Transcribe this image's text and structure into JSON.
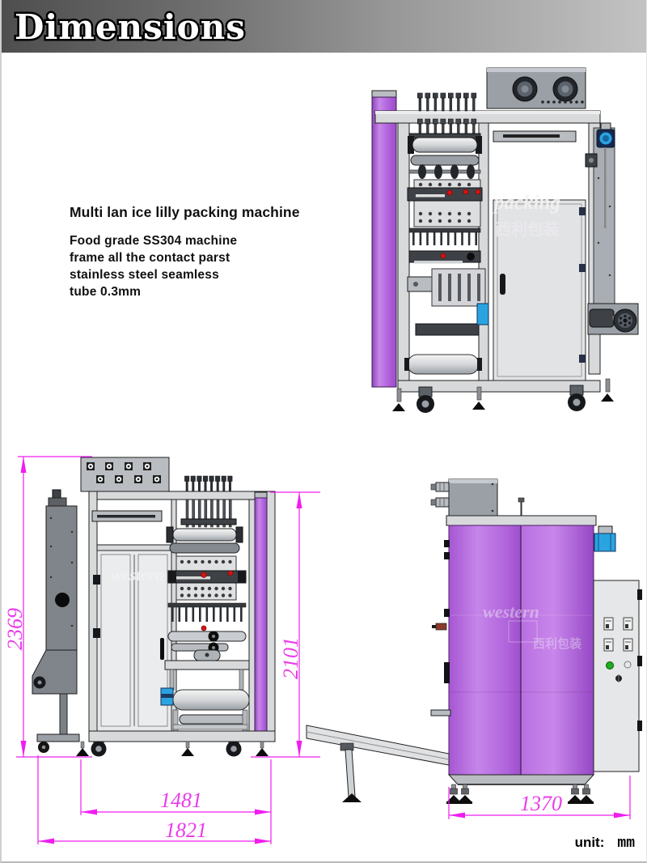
{
  "header": {
    "title": "Dimensions"
  },
  "description": {
    "title": "Multi lan ice lilly packing machine",
    "body": "Food grade SS304 machine\nframe all the contact parst\nstainless steel seamless\ntube 0.3mm"
  },
  "dimensions": {
    "front_overall_height": "2369",
    "front_machine_height": "2101",
    "front_machine_width": "1481",
    "front_overall_width": "1821",
    "side_machine_depth": "1370"
  },
  "unit": {
    "label": "unit:",
    "value": "mm"
  },
  "watermarks": {
    "brand_latin": "packing",
    "brand_cjk": "西利包装",
    "brand_front": "western"
  },
  "colors": {
    "dimension_line": "#f01df0",
    "dimension_text": "#e93ce9",
    "panel_purple": "#b56ade",
    "motor_blue": "#2aa4e0",
    "banner_dark": "#4e4e4e",
    "banner_light": "#c3c3c3"
  }
}
